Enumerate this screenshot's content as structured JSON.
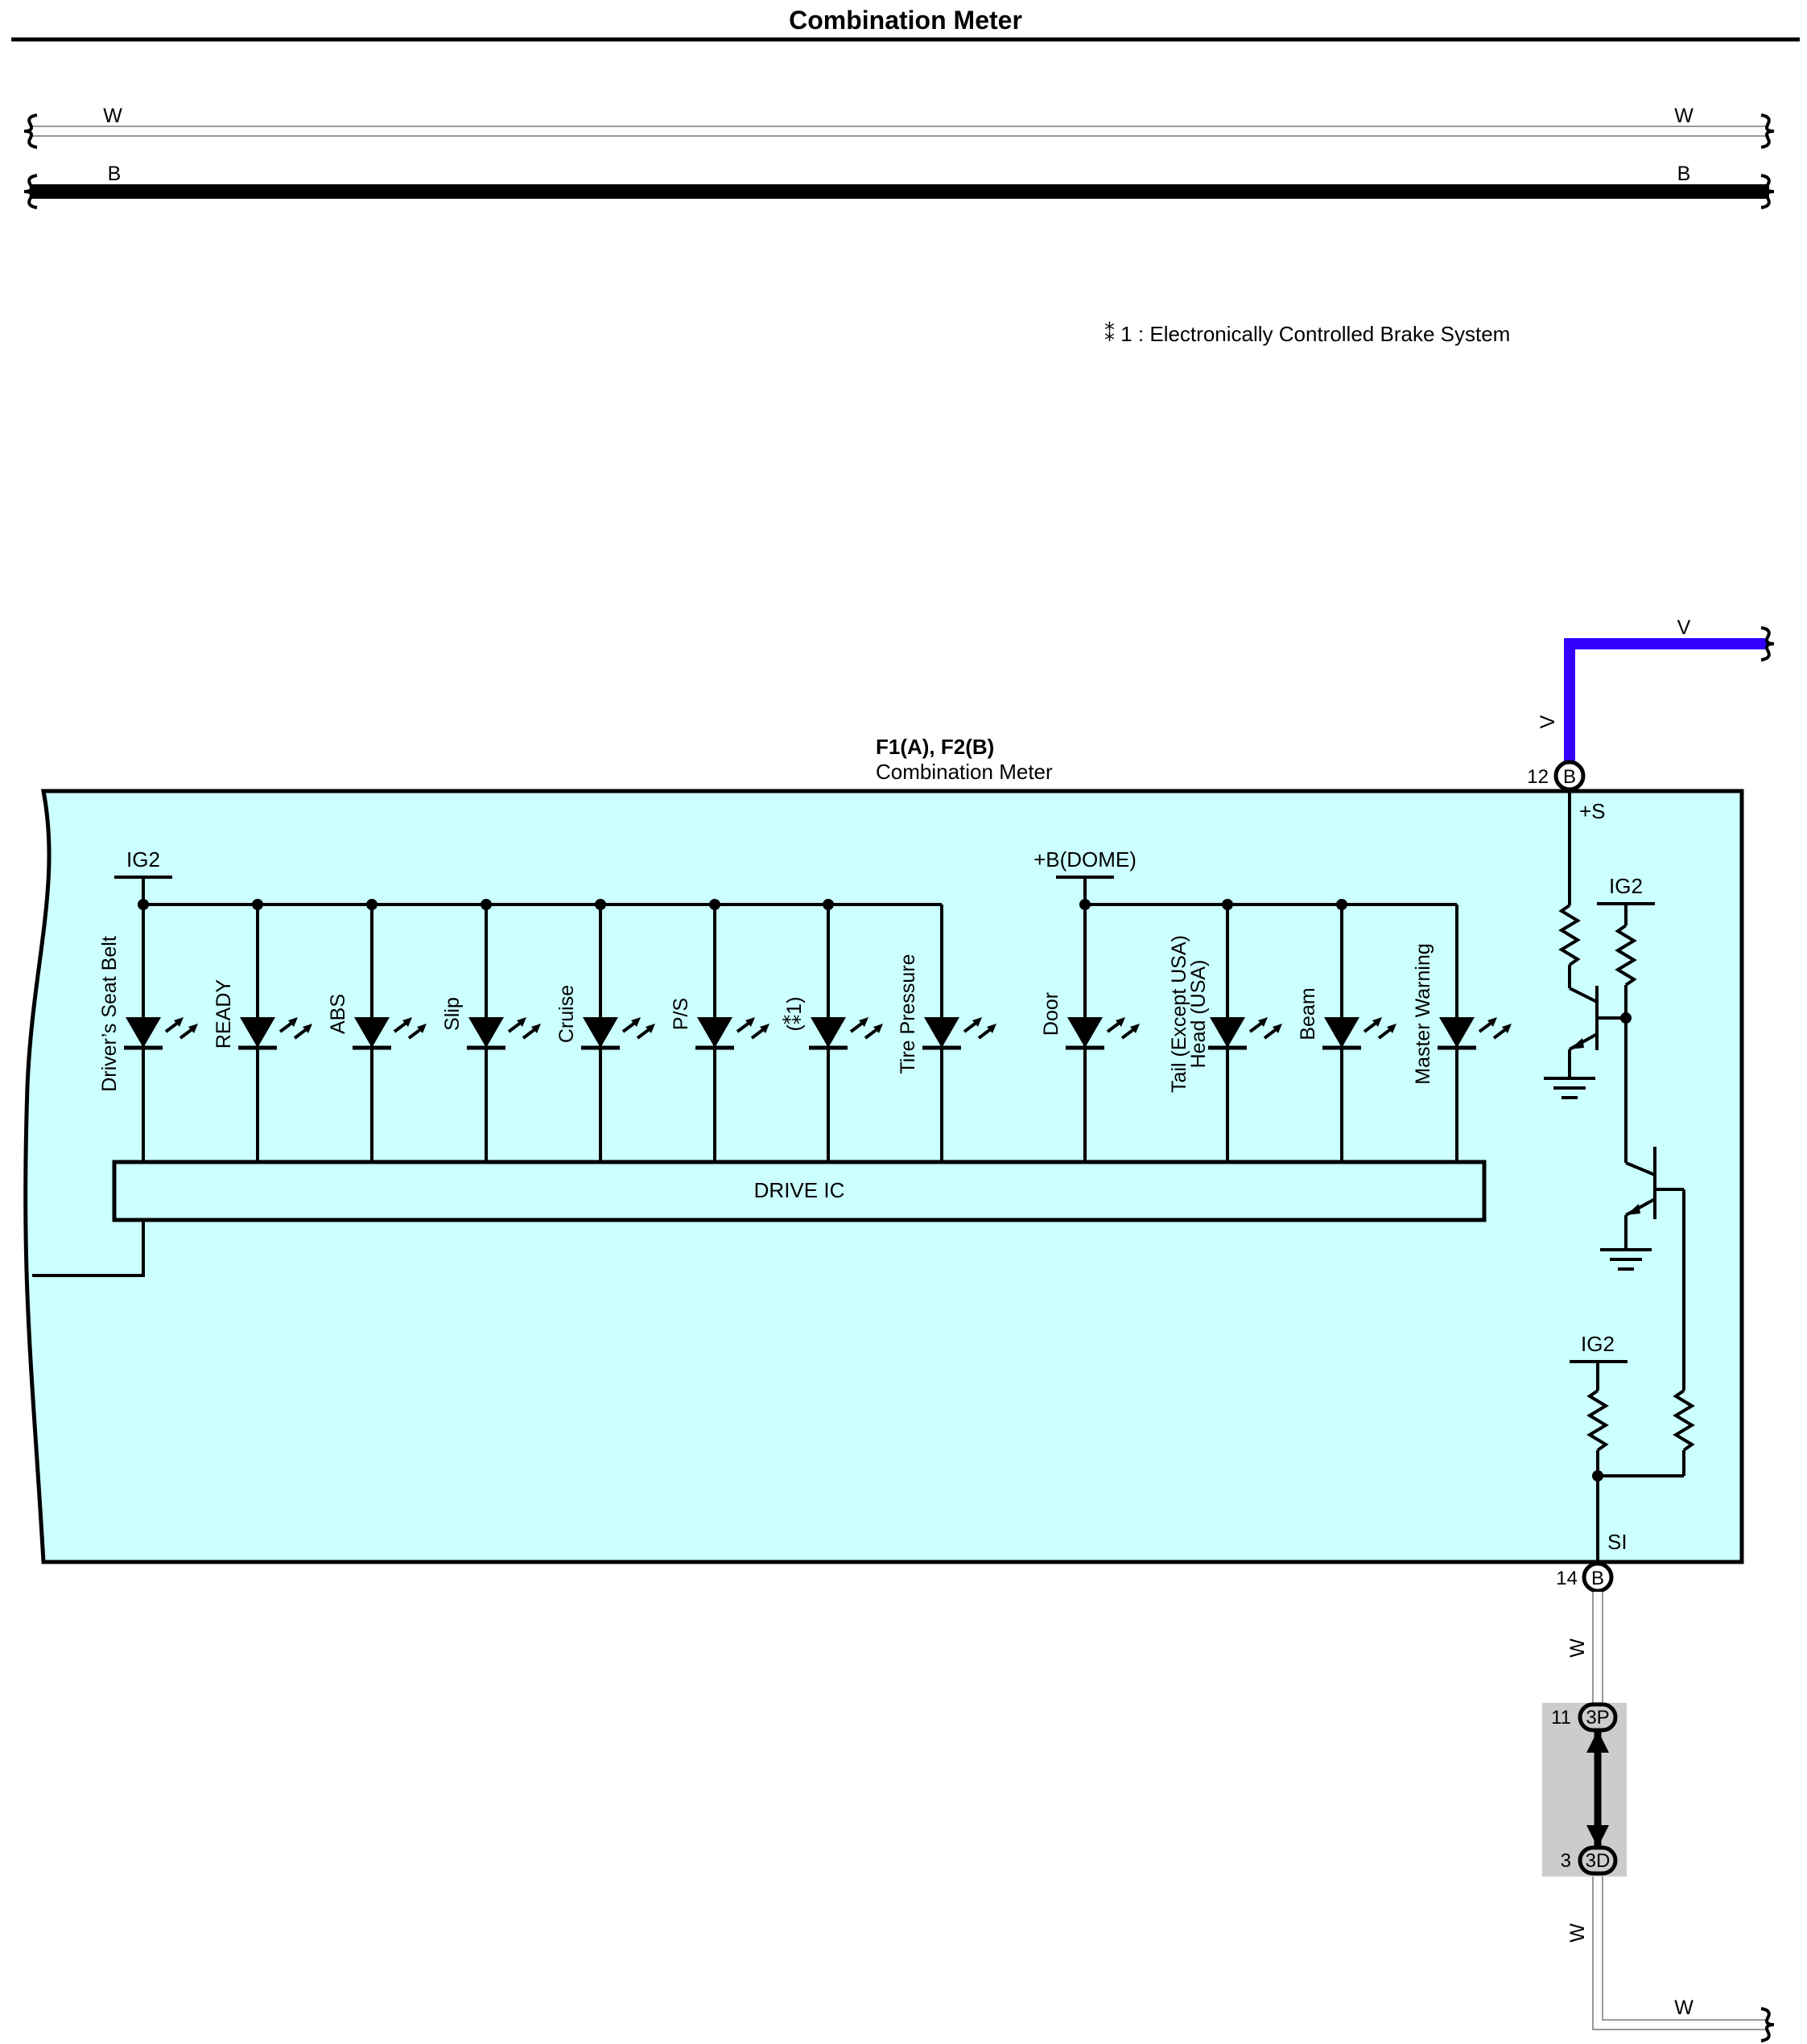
{
  "title": "Combination Meter",
  "colors": {
    "box_fill": "#ccffff",
    "wire_v": "#3300ff",
    "wire_w_outer": "#999999",
    "connector_shade": "#cccccc",
    "ink": "#000000"
  },
  "top_wires": {
    "w_left": "W",
    "w_right": "W",
    "b_left": "B",
    "b_right": "B"
  },
  "note": "⁑ 1 : Electronically Controlled Brake System",
  "component": {
    "code": "F1(A), F2(B)",
    "name": "Combination Meter"
  },
  "power": {
    "ig2": "IG2",
    "dome": "+B(DOME)",
    "ig2_transistor": "IG2",
    "ig2_si": "IG2"
  },
  "lamps_ig2": [
    "Driver’s Seat Belt",
    "READY",
    "ABS",
    "Slip",
    "Cruise",
    "P/S",
    "(⁑1)",
    "Tire Pressure"
  ],
  "lamps_dome": [
    {
      "line1": "Door"
    },
    {
      "line1": "Tail (Except USA)",
      "line2": "Head (USA)"
    },
    {
      "line1": "Beam"
    },
    {
      "line1": "Master Warning"
    }
  ],
  "drive_ic": "DRIVE IC",
  "terminals": {
    "plus_s": "+S",
    "si": "SI",
    "pin12": "12",
    "pin14": "14",
    "conn_b": "B"
  },
  "wire_labels": {
    "v_vertical": "V",
    "v_horizontal": "V",
    "w_upper": "W",
    "w_lower": "W",
    "w_bottom": "W"
  },
  "junction": {
    "upper_pin": "11",
    "upper_id": "3P",
    "lower_pin": "3",
    "lower_id": "3D"
  }
}
